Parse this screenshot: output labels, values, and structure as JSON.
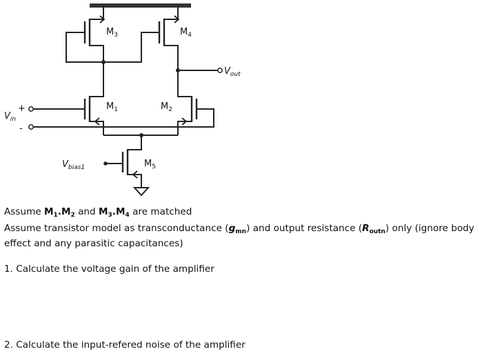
{
  "circuit": {
    "m1": {
      "main": "M",
      "sub": "1"
    },
    "m2": {
      "main": "M",
      "sub": "2"
    },
    "m3": {
      "main": "M",
      "sub": "3"
    },
    "m4": {
      "main": "M",
      "sub": "4"
    },
    "m5": {
      "main": "M",
      "sub": "5"
    },
    "vin": {
      "main": "V",
      "sub": "in",
      "plus": "+",
      "minus": "-"
    },
    "vout": {
      "main": "V",
      "sub": "out"
    },
    "vbias": {
      "main": "V",
      "sub": "bias1"
    }
  },
  "problem": {
    "line1": {
      "a": "Assume ",
      "m": "M",
      "s1": "1",
      "dot": ".",
      "s2": "2",
      "and": " and ",
      "s3": "3",
      "s4": "4",
      "end": " are matched"
    },
    "line2": {
      "a": "Assume transistor model as transconductance (",
      "gm": "g",
      "gm_sub": "mn",
      "b": ") and output resistance (",
      "rout": "R",
      "rout_sub": "outn",
      "c": ") only (ignore body"
    },
    "line3": "effect and any parasitic capacitances)",
    "q1": "1. Calculate the voltage gain of the amplifier",
    "q2": "2. Calculate the input-refered noise of the amplifier"
  }
}
